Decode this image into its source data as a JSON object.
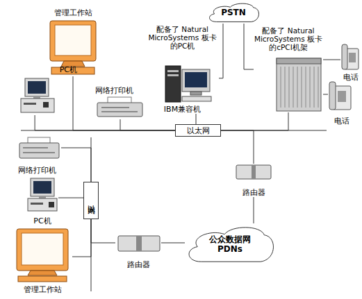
{
  "diagram": {
    "nodes": [
      {
        "text": [
          "PSTN"
        ]
      },
      {
        "text": [
          "管理工作站"
        ]
      },
      {
        "text": [
          "PC机"
        ]
      },
      {
        "text": [
          "网络打印机"
        ]
      },
      {
        "text": [
          "配备了 Natural MicroSystems 板卡的PC机",
          "IBM兼容机"
        ]
      },
      {
        "text": [
          "配备了 Natural MicroSystems 板卡的cPCI机架"
        ]
      },
      {
        "text": [
          "电话"
        ]
      },
      {
        "text": [
          "电话"
        ]
      },
      {
        "text": [
          "以太网"
        ]
      },
      {
        "text": [
          "路由器"
        ]
      },
      {
        "text": [
          "公众数据网",
          "PDNs"
        ]
      },
      {
        "text": [
          "路由器"
        ]
      },
      {
        "text": [
          "以太网"
        ]
      },
      {
        "text": [
          "网络打印机"
        ]
      },
      {
        "text": [
          "PC机"
        ]
      },
      {
        "text": [
          "管理工作站"
        ]
      }
    ],
    "edges": [
      {
        "from": 1,
        "to": 8,
        "arrow": "none"
      },
      {
        "from": 2,
        "to": 8,
        "arrow": "none"
      },
      {
        "from": 3,
        "to": 8,
        "arrow": "none"
      },
      {
        "from": 4,
        "to": 8,
        "arrow": "none"
      },
      {
        "from": 4,
        "to": 0,
        "arrow": "none"
      },
      {
        "from": 5,
        "to": 0,
        "arrow": "none"
      },
      {
        "from": 5,
        "to": 6,
        "arrow": "none"
      },
      {
        "from": 5,
        "to": 7,
        "arrow": "none"
      },
      {
        "from": 5,
        "to": 8,
        "arrow": "none"
      },
      {
        "from": 9,
        "to": 8,
        "arrow": "none"
      },
      {
        "from": 9,
        "to": 10,
        "arrow": "none"
      },
      {
        "from": 11,
        "to": 10,
        "arrow": "none"
      },
      {
        "from": 13,
        "to": 12,
        "arrow": "none"
      },
      {
        "from": 14,
        "to": 12,
        "arrow": "none"
      },
      {
        "from": 15,
        "to": 12,
        "arrow": "none"
      },
      {
        "from": 11,
        "to": 12,
        "arrow": "none"
      }
    ]
  }
}
